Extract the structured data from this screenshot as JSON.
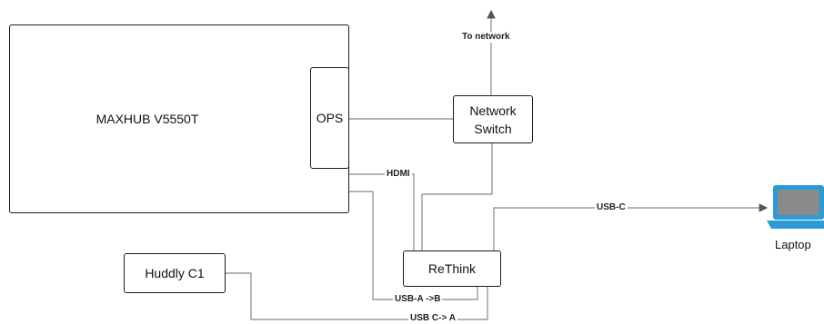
{
  "nodes": {
    "maxhub": "MAXHUB V5550T",
    "ops": "OPS",
    "network_switch": "Network Switch",
    "rethink": "ReThink",
    "huddly": "Huddly C1",
    "laptop": "Laptop"
  },
  "edge_labels": {
    "to_network": "To network",
    "hdmi": "HDMI",
    "usb_c": "USB-C",
    "usb_a_b": "USB-A ->B",
    "usb_c_a": "USB C-> A"
  },
  "colors": {
    "line": "#888888",
    "box_border": "#1a1a1a",
    "laptop_accent": "#2a9bd6"
  }
}
